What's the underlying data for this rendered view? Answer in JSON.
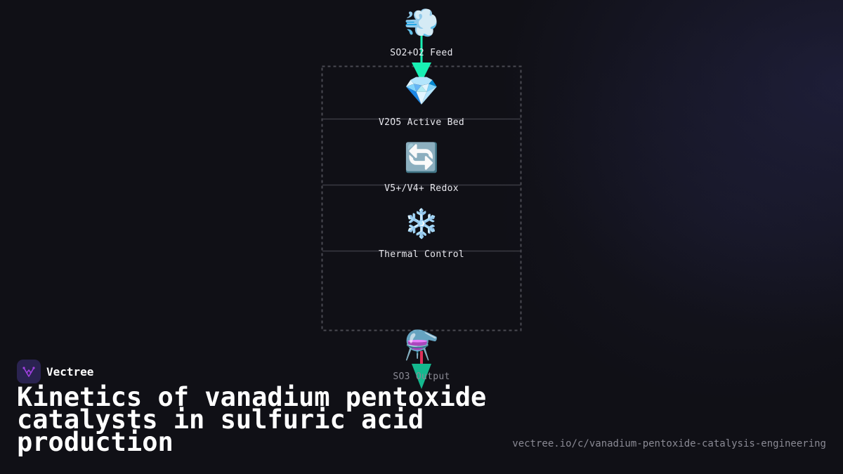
{
  "diagram": {
    "nodes": [
      {
        "icon": "💨",
        "icon_name": "wind-icon",
        "label": "SO2+O2 Feed"
      },
      {
        "icon": "💎",
        "icon_name": "gem-icon",
        "label": "V2O5 Active Bed"
      },
      {
        "icon": "🔄",
        "icon_name": "cycle-arrows-icon",
        "label": "V5+/V4+ Redox"
      },
      {
        "icon": "❄️",
        "icon_name": "snowflake-icon",
        "label": "Thermal Control"
      },
      {
        "icon": "⚗️",
        "icon_name": "alembic-icon",
        "label": "SO3 Output"
      }
    ],
    "colors": {
      "feed_arrow": "#19f0b4",
      "output_arrow": "#14b88e",
      "output_stem": "#e0305a",
      "box_border": "#4a4a52"
    }
  },
  "brand": {
    "name": "Vectree",
    "logo_color": "#a040e0"
  },
  "title": "Kinetics of vanadium pentoxide catalysts in sulfuric acid production",
  "url": "vectree.io/c/vanadium-pentoxide-catalysis-engineering"
}
